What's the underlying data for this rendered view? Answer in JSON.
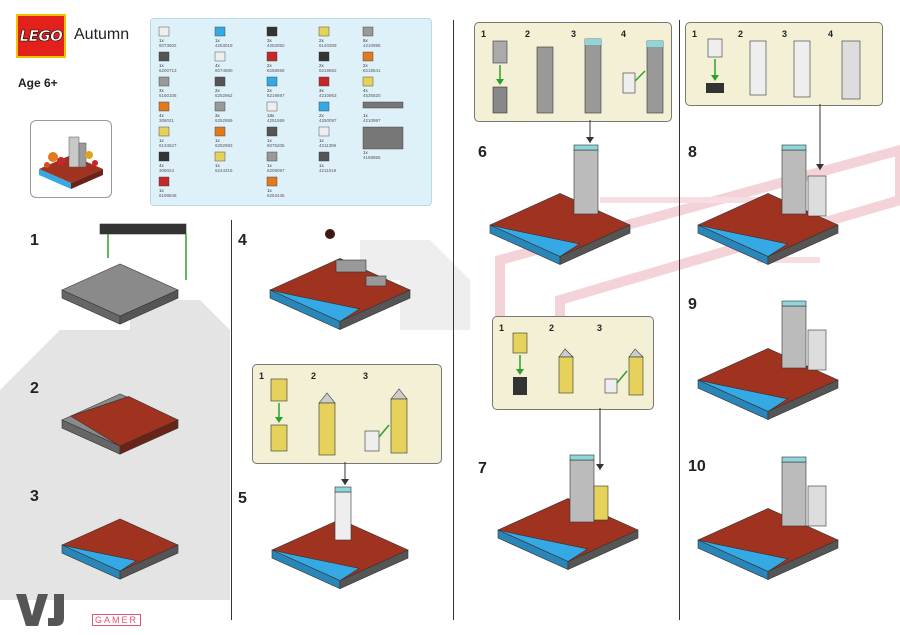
{
  "header": {
    "brand_logo": "LEGO",
    "set_name": "Autumn",
    "age": "Age 6+"
  },
  "parts_list": [
    {
      "qty": "1x",
      "id": "6073602"
    },
    {
      "qty": "1x",
      "id": "6200713"
    },
    {
      "qty": "3x",
      "id": "6160106"
    },
    {
      "qty": "4x",
      "id": "306021"
    },
    {
      "qty": "1x",
      "id": "6134627"
    },
    {
      "qty": "4x",
      "id": "306024"
    },
    {
      "qty": "1x",
      "id": "6198848"
    },
    {
      "qty": "1x",
      "id": "4253019"
    },
    {
      "qty": "4x",
      "id": "6074680"
    },
    {
      "qty": "2x",
      "id": "6252962"
    },
    {
      "qty": "3x",
      "id": "6252959"
    },
    {
      "qty": "1x",
      "id": "6252983"
    },
    {
      "qty": "1x",
      "id": "6244315"
    },
    {
      "qty": "3x",
      "id": "4253050"
    },
    {
      "qty": "2x",
      "id": "6258659"
    },
    {
      "qty": "2x",
      "id": "6219697"
    },
    {
      "qty": "18x",
      "id": "4251559"
    },
    {
      "qty": "1x",
      "id": "6075206"
    },
    {
      "qty": "1x",
      "id": "6209097"
    },
    {
      "qty": "1x",
      "id": "6253436"
    },
    {
      "qty": "2x",
      "id": "6140309"
    },
    {
      "qty": "2x",
      "id": "6219652"
    },
    {
      "qty": "3x",
      "id": "4210963"
    },
    {
      "qty": "2x",
      "id": "4250097"
    },
    {
      "qty": "1x",
      "id": "4211396"
    },
    {
      "qty": "1x",
      "id": "4211019"
    },
    {
      "qty": "8x",
      "id": "4210986"
    },
    {
      "qty": "2x",
      "id": "6218541"
    },
    {
      "qty": "4x",
      "id": "4535820"
    },
    {
      "qty": "1x",
      "id": "4210997"
    },
    {
      "qty": "1x",
      "id": "4169855"
    }
  ],
  "steps": [
    "1",
    "2",
    "3",
    "4",
    "5",
    "6",
    "7",
    "8",
    "9",
    "10"
  ],
  "callout_step5": [
    "1",
    "2",
    "3"
  ],
  "callout_step6": [
    "1",
    "2",
    "3",
    "4"
  ],
  "callout_step7": [
    "1",
    "2",
    "3"
  ],
  "callout_step8": [
    "1",
    "2",
    "3",
    "4"
  ],
  "watermark": {
    "brand": "VJ",
    "tagline": "GAMER"
  },
  "colors": {
    "lego_red": "#e2211c",
    "base_red": "#a03220",
    "base_gray": "#8a8a8a",
    "water_blue": "#35a9e3",
    "callout_bg": "#f3f0d6",
    "parts_bg": "#dff1f8"
  }
}
